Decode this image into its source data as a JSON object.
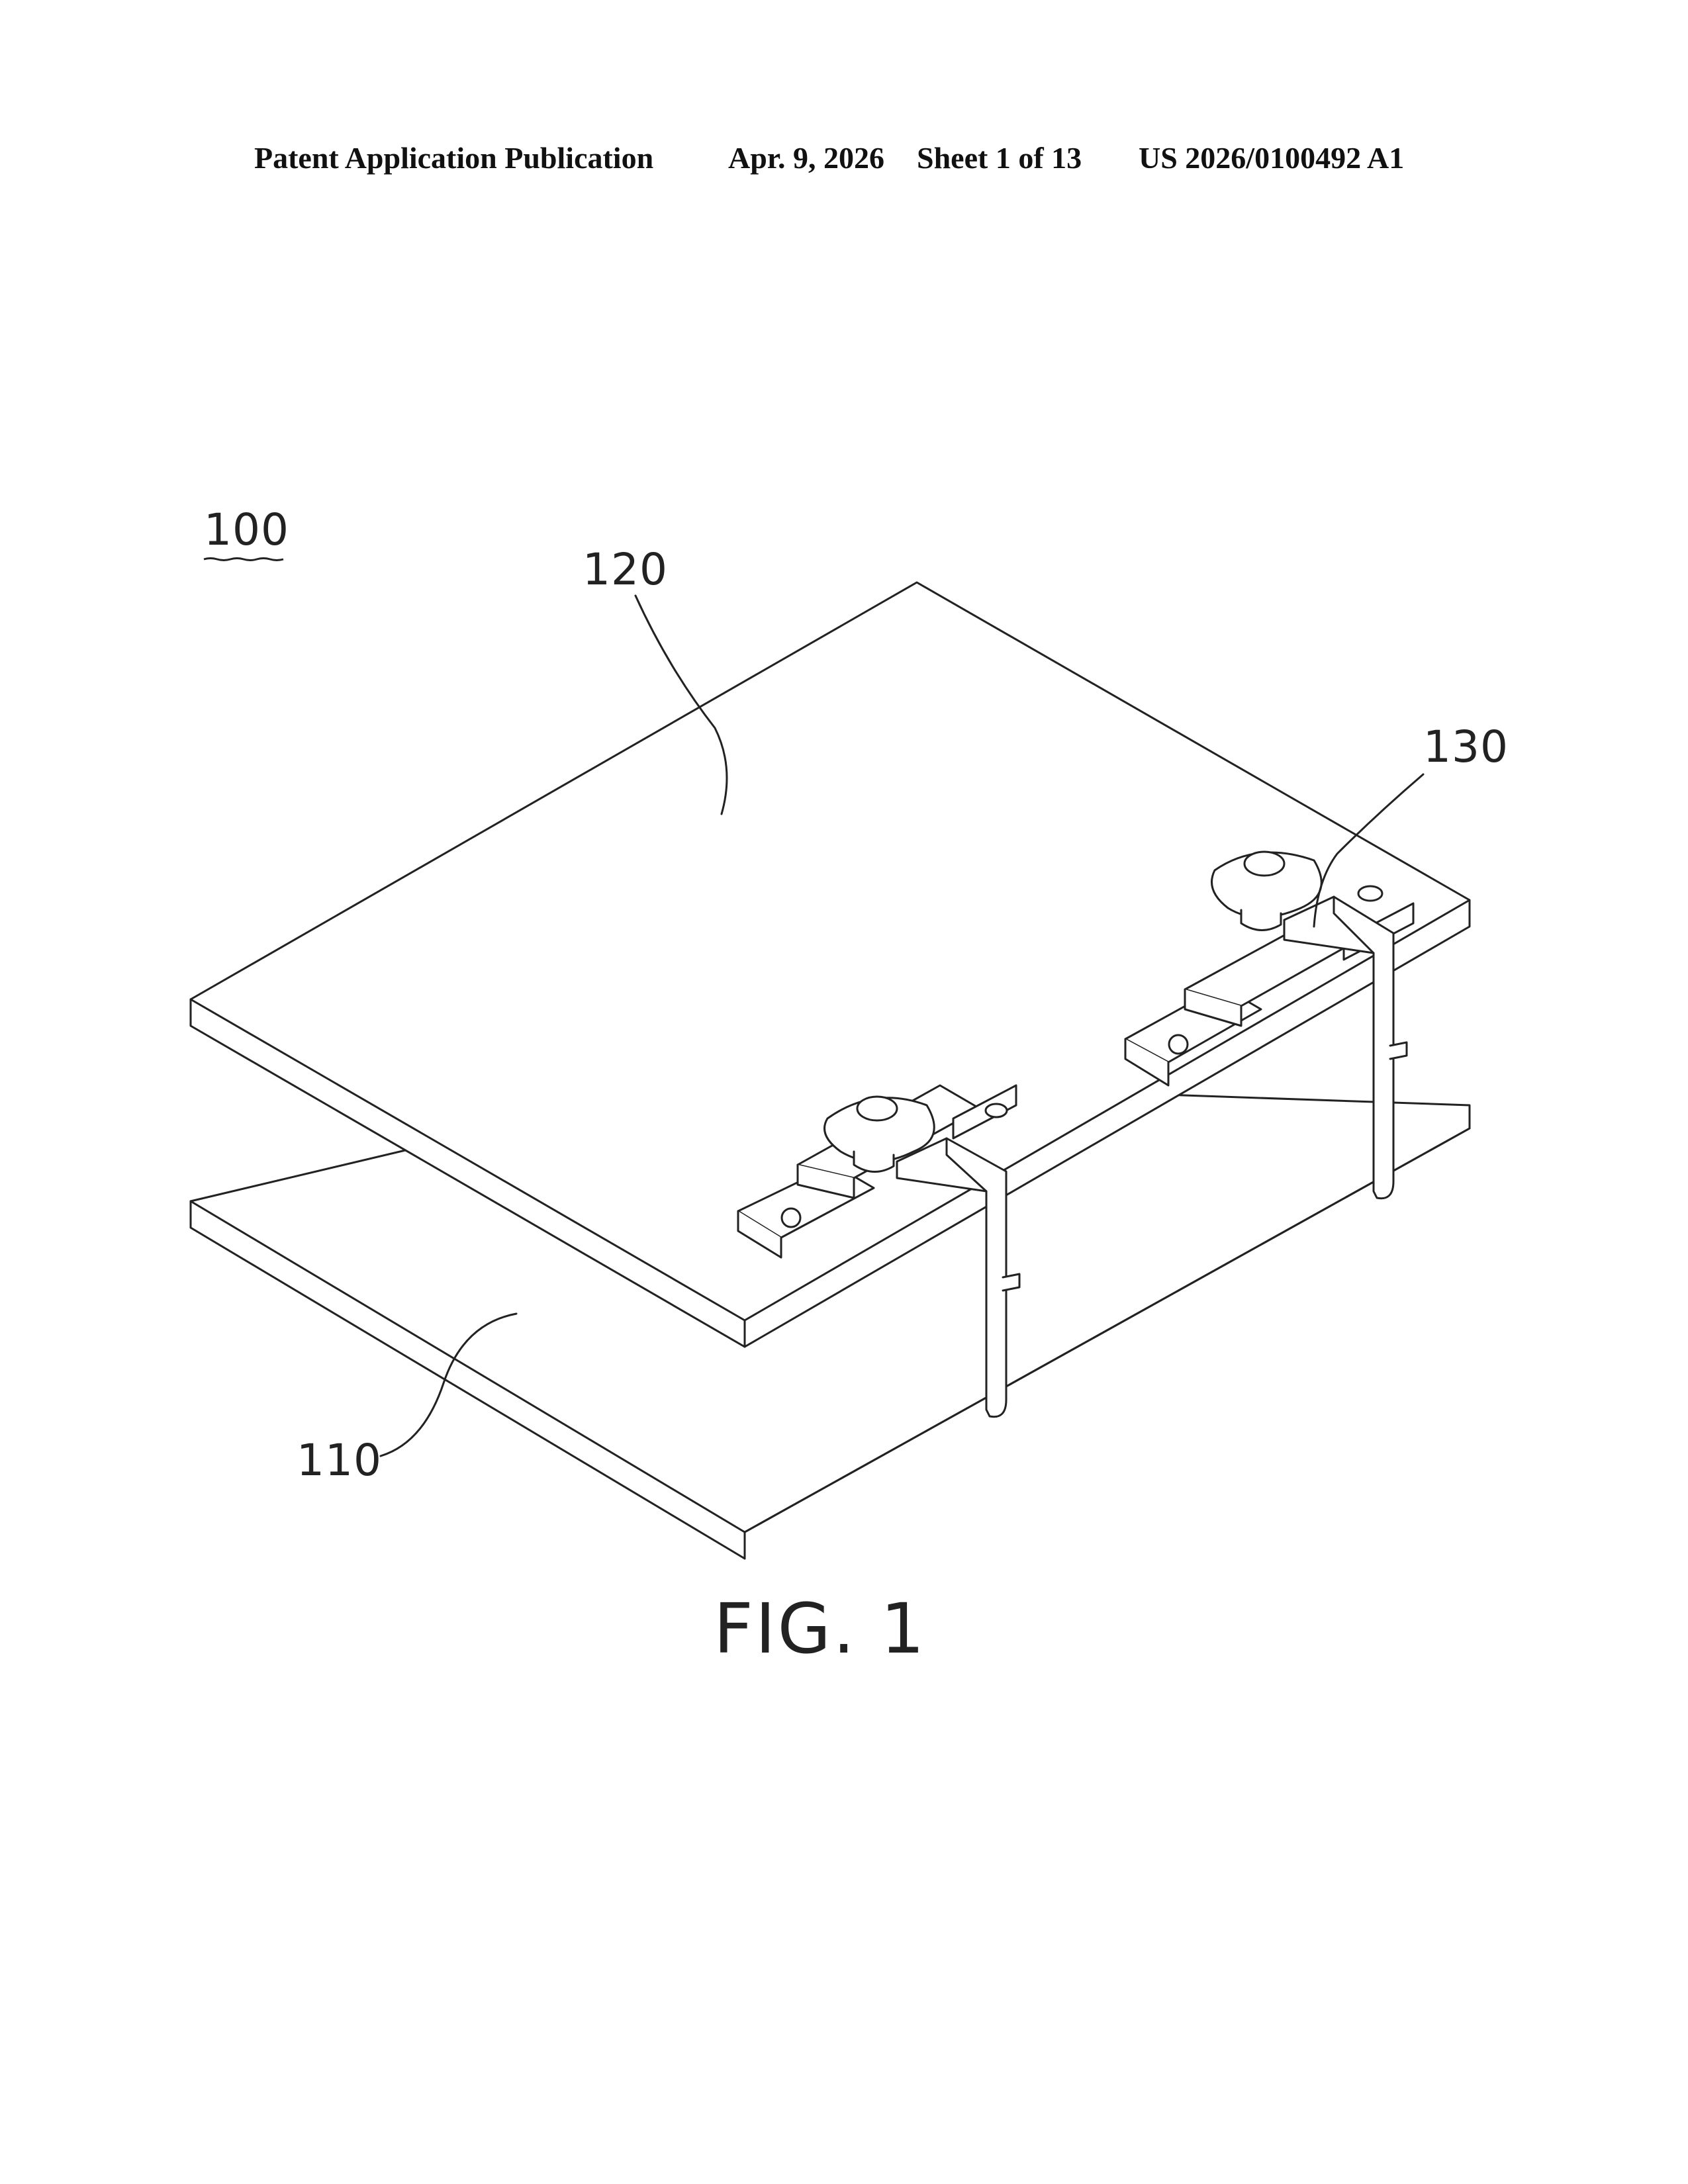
{
  "header": {
    "publication_label": "Patent Application Publication",
    "date": "Apr. 9, 2026",
    "sheet": "Sheet 1 of 13",
    "publication_number": "US 2026/0100492 A1"
  },
  "figure": {
    "caption": "FIG. 1",
    "labels": {
      "assembly": "100",
      "upper_plate": "120",
      "clamp": "130",
      "lower_plate": "110"
    }
  }
}
